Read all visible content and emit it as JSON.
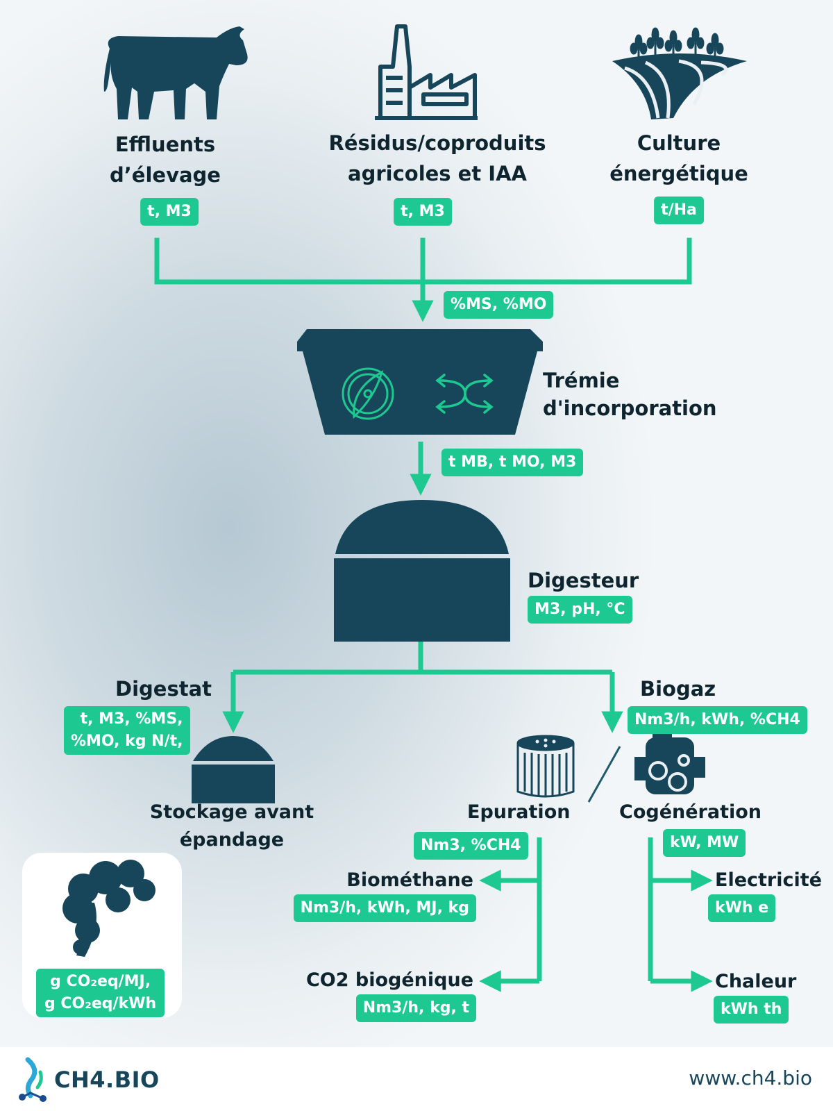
{
  "sources": [
    {
      "title_line1": "Effluents",
      "title_line2": "d’élevage",
      "unit": "t, M3",
      "icon": "cow-icon"
    },
    {
      "title_line1": "Résidus/coproduits",
      "title_line2": "agricoles et IAA",
      "unit": "t, M3",
      "icon": "factory-icon"
    },
    {
      "title_line1": "Culture",
      "title_line2": "énergétique",
      "unit": "t/Ha",
      "icon": "crop-field-icon"
    }
  ],
  "merge_unit": "%MS, %MO",
  "hopper": {
    "label_line1": "Trémie",
    "label_line2": "d'incorporation",
    "output_unit": "t MB, t MO, M3"
  },
  "digester": {
    "label": "Digesteur",
    "unit": "M3, pH, °C"
  },
  "digestate": {
    "label": "Digestat",
    "unit_line1": "t, M3, %MS,",
    "unit_line2": "%MO, kg N/t,",
    "storage_line1": "Stockage avant",
    "storage_line2": "épandage"
  },
  "biogas": {
    "label": "Biogaz",
    "unit": "Nm3/h, kWh, %CH4"
  },
  "purification": {
    "label": "Epuration",
    "unit": "Nm3, %CH4",
    "outputs": [
      {
        "label": "Biométhane",
        "unit": "Nm3/h, kWh, MJ, kg"
      },
      {
        "label": "CO2 biogénique",
        "unit": "Nm3/h, kg, t"
      }
    ]
  },
  "cogeneration": {
    "label": "Cogénération",
    "unit": "kW, MW",
    "outputs": [
      {
        "label": "Electricité",
        "unit": "kWh e"
      },
      {
        "label": "Chaleur",
        "unit": "kWh th"
      }
    ]
  },
  "emissions": {
    "unit_line1": "g CO₂eq/MJ,",
    "unit_line2": "g CO₂eq/kWh"
  },
  "footer": {
    "brand": "CH4.BIO",
    "url": "www.ch4.bio"
  },
  "colors": {
    "accent": "#1ec991",
    "dark": "#17465a",
    "text": "#0e2530"
  }
}
